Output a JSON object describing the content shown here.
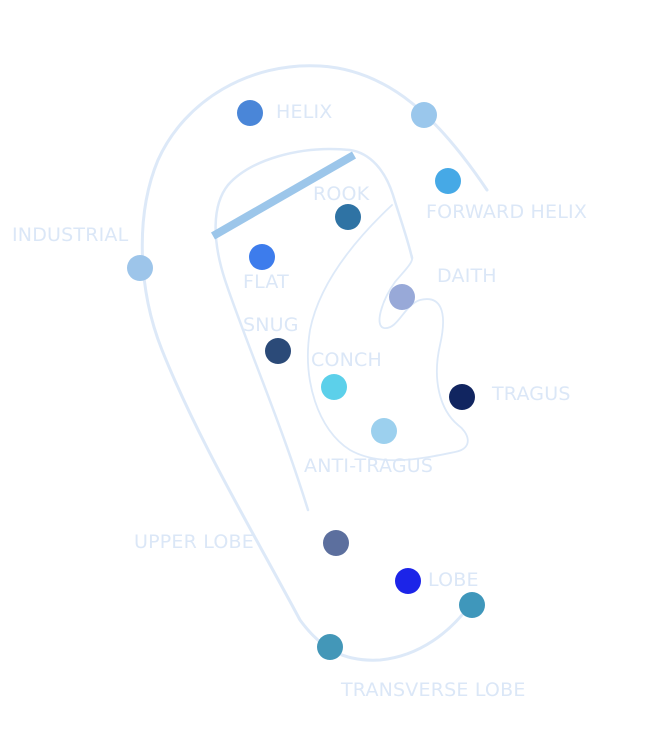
{
  "colors": {
    "outline": "#dde9f8",
    "label": "#dbe7f7",
    "industrial_bar": "#9cc6ea"
  },
  "piercings": [
    {
      "id": "helix",
      "label": "HELIX",
      "color": "#4a86d8"
    },
    {
      "id": "helix-2",
      "label": "",
      "color": "#9ac7ec"
    },
    {
      "id": "forward-helix",
      "label": "FORWARD HELIX",
      "color": "#46a9e6"
    },
    {
      "id": "rook",
      "label": "ROOK",
      "color": "#2f73a4"
    },
    {
      "id": "industrial",
      "label": "INDUSTRIAL",
      "color": "#9dc5ea"
    },
    {
      "id": "flat",
      "label": "FLAT",
      "color": "#3d7cec"
    },
    {
      "id": "daith",
      "label": "DAITH",
      "color": "#98a9d8"
    },
    {
      "id": "snug",
      "label": "SNUG",
      "color": "#2b4a78"
    },
    {
      "id": "conch",
      "label": "CONCH",
      "color": "#5cd0ea"
    },
    {
      "id": "tragus",
      "label": "TRAGUS",
      "color": "#112560"
    },
    {
      "id": "anti-tragus",
      "label": "ANTI-TRAGUS",
      "color": "#9cd0ee"
    },
    {
      "id": "upper-lobe",
      "label": "UPPER LOBE",
      "color": "#5c6f9e"
    },
    {
      "id": "lobe",
      "label": "LOBE",
      "color": "#1c24e8"
    },
    {
      "id": "lobe-2",
      "label": "",
      "color": "#3f97bb"
    },
    {
      "id": "transverse-lobe",
      "label": "TRANSVERSE LOBE",
      "color": "#4397b8"
    }
  ]
}
